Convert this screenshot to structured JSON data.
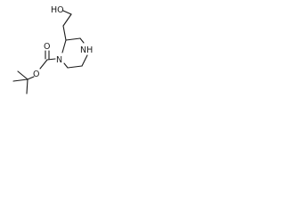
{
  "molecule": {
    "atoms": {
      "hydroxyl": "HO",
      "ring_nitrogen_carbamate": "N",
      "ring_amine": "NH",
      "carbonyl_oxygen": "O",
      "ester_oxygen": "O"
    }
  }
}
